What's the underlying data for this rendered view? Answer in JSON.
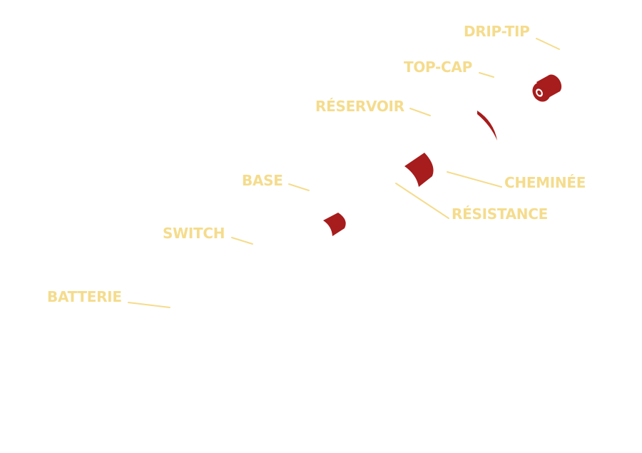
{
  "colors": {
    "label": "#f5dc8c",
    "leader": "#f5dc8c",
    "part": "#a71c1c",
    "part_light": "#ffffff"
  },
  "labels": {
    "drip_tip": "DRIP-TIP",
    "top_cap": "TOP-CAP",
    "reservoir": "RÉSERVOIR",
    "cheminee": "CHEMINÉE",
    "resistance": "RÉSISTANCE",
    "base": "BASE",
    "switch": "SWITCH",
    "batterie": "BATTERIE"
  }
}
